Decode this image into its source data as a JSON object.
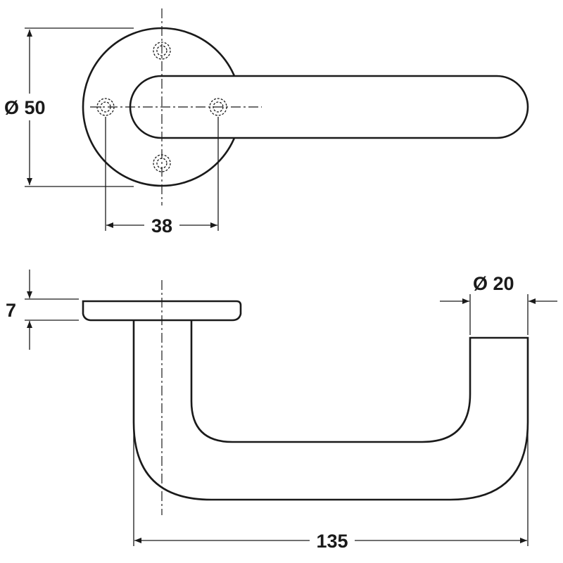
{
  "title": "Lever handle on round rose – dimension drawing",
  "dimensions": {
    "rose_diameter": "Ø 50",
    "screw_spacing": "38",
    "rose_thickness": "7",
    "lever_diameter": "Ø 20",
    "projection": "135"
  },
  "colors": {
    "line": "#1a1a1a",
    "background": "#ffffff"
  }
}
